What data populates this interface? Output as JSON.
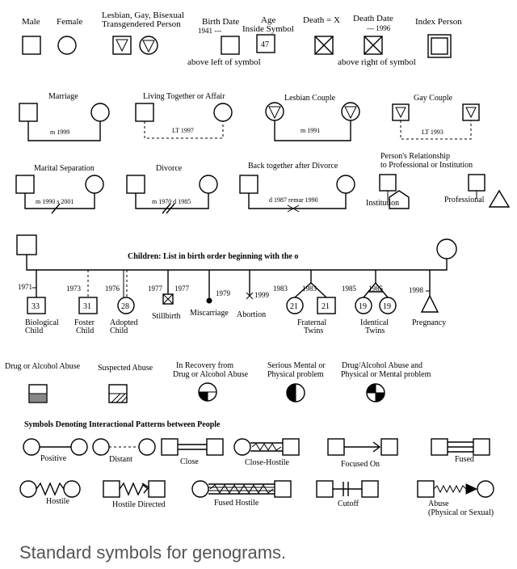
{
  "header": {
    "male": "Male",
    "female": "Female",
    "lgbt_1": "Lesbian, Gay, Bisexual",
    "lgbt_2": "Transgendered Person",
    "birth_date": "Birth Date",
    "birth_year": "1941 ---",
    "age": "Age",
    "age_inside": "Inside Symbol",
    "age_value": "47",
    "death": "Death = X",
    "death_date": "Death Date",
    "death_year": "--- 1996",
    "index": "Index Person",
    "above_left": "above left of symbol",
    "above_right": "above right of symbol"
  },
  "relations": {
    "marriage": "Marriage",
    "marriage_date": "m 1999",
    "living": "Living Together or Affair",
    "living_date": "LT 1997",
    "lesbian": "Lesbian Couple",
    "lesbian_date": "m 1991",
    "gay": "Gay Couple",
    "gay_date": "LT 1993",
    "separation": "Marital Separation",
    "separation_date": "m 1990 s 2001",
    "divorce": "Divorce",
    "divorce_date": "m 1970 d 1985",
    "back": "Back together after Divorce",
    "back_date": "d 1987 remar 1990",
    "prof_1": "Person's Relationship",
    "prof_2": "to Professional or Institution",
    "institution": "Institution",
    "professional": "Professional"
  },
  "children": {
    "title": "Children: List in birth order beginning with the o",
    "y1971": "1971",
    "y1973": "1973",
    "y1976": "1976",
    "y1977a": "1977",
    "y1977b": "1977",
    "y1979": "1979",
    "y1999": "1999",
    "y1983a": "1983",
    "y1983b": "1983",
    "y1985a": "1985",
    "y1985b": "1985",
    "y1998": "1998",
    "age33": "33",
    "age31": "31",
    "age28": "28",
    "age21a": "21",
    "age21b": "21",
    "age19a": "19",
    "age19b": "19",
    "bio_1": "Biological",
    "bio_2": "Child",
    "foster_1": "Foster",
    "foster_2": "Child",
    "adopted_1": "Adopted",
    "adopted_2": "Child",
    "stillbirth": "Stillbirth",
    "miscarriage": "Miscarriage",
    "abortion": "Abortion",
    "fraternal_1": "Fraternal",
    "fraternal_2": "Twins",
    "identical_1": "Identical",
    "identical_2": "Twins",
    "pregnancy": "Pregnancy"
  },
  "abuse": {
    "drug": "Drug or Alcohol Abuse",
    "suspected": "Suspected Abuse",
    "recovery_1": "In Recovery from",
    "recovery_2": "Drug or Alcohol Abuse",
    "mental_1": "Serious Mental or",
    "mental_2": "Physical problem",
    "combo_1": "Drug/Alcohol Abuse and",
    "combo_2": "Physical or Mental problem"
  },
  "interaction": {
    "title": "Symbols Denoting Interactional Patterns between People",
    "positive": "Positive",
    "distant": "Distant",
    "close": "Close",
    "close_hostile": "Close-Hostile",
    "focused": "Focused On",
    "fused": "Fused",
    "hostile": "Hostile",
    "hostile_directed": "Hostile Directed",
    "fused_hostile": "Fused Hostile",
    "cutoff": "Cutoff",
    "abuse_1": "Abuse",
    "abuse_2": "(Physical or Sexual)"
  },
  "caption": "Standard symbols for genograms."
}
